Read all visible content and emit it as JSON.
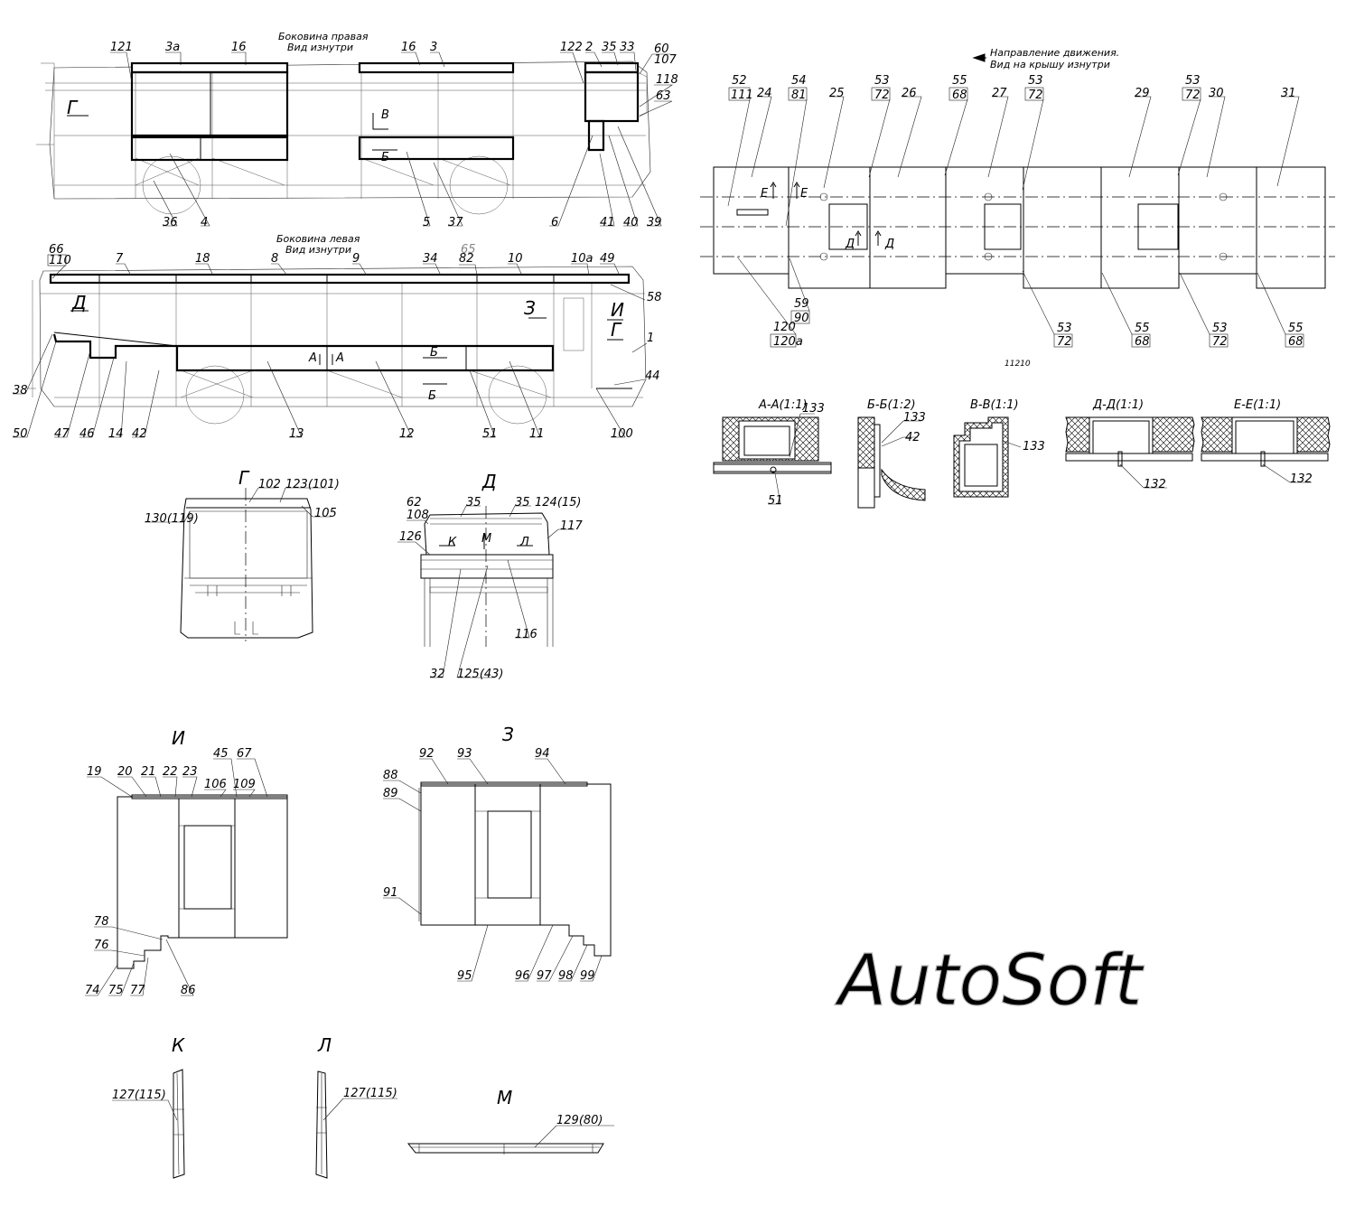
{
  "watermark": "AutoSoft",
  "drawing_number": "11210",
  "right_side": {
    "title1": "Боковина правая",
    "title2": "Вид изнутри",
    "labels": [
      "121",
      "3a",
      "16",
      "16",
      "3",
      "122",
      "2",
      "35",
      "33",
      "60",
      "107",
      "118",
      "63",
      "36",
      "4",
      "5",
      "37",
      "6",
      "41",
      "40",
      "39"
    ],
    "view_marks": [
      "Г",
      "В",
      "Б"
    ]
  },
  "left_side": {
    "title1": "Боковина левая",
    "title2": "Вид изнутри",
    "labels": [
      "66",
      "110",
      "7",
      "18",
      "8",
      "9",
      "34",
      "65",
      "82",
      "10",
      "10a",
      "49",
      "58",
      "1",
      "44",
      "100",
      "11",
      "51",
      "12",
      "13",
      "42",
      "14",
      "46",
      "47",
      "50",
      "38"
    ],
    "view_marks": [
      "Д",
      "З",
      "И",
      "Г",
      "А",
      "А",
      "Б",
      "Б"
    ]
  },
  "roof": {
    "title1": "Направление движения.",
    "title2": "Вид на крышу изнутри",
    "top_labels": [
      "52",
      "111",
      "24",
      "54",
      "81",
      "25",
      "53",
      "72",
      "26",
      "55",
      "68",
      "27",
      "53",
      "72",
      "29",
      "53",
      "72",
      "30",
      "31"
    ],
    "bottom_labels": [
      "59",
      "90",
      "120",
      "120a",
      "53",
      "72",
      "55",
      "68",
      "53",
      "72",
      "55",
      "68"
    ],
    "marks": [
      "Е",
      "Е",
      "Д",
      "Д"
    ]
  },
  "sections": [
    {
      "title": "А-А(1:1)",
      "labels": [
        "133",
        "51"
      ]
    },
    {
      "title": "Б-Б(1:2)",
      "labels": [
        "133",
        "42"
      ]
    },
    {
      "title": "В-В(1:1)",
      "labels": [
        "133"
      ]
    },
    {
      "title": "Д-Д(1:1)",
      "labels": [
        "132"
      ]
    },
    {
      "title": "Е-Е(1:1)",
      "labels": [
        "132"
      ]
    }
  ],
  "view_G": {
    "title": "Г",
    "labels": [
      "102",
      "123(101)",
      "130(119)",
      "105"
    ]
  },
  "view_D": {
    "title": "Д",
    "labels": [
      "62",
      "108",
      "35",
      "35",
      "124(15)",
      "126",
      "117",
      "116",
      "32",
      "125(43)"
    ],
    "marks": [
      "К",
      "М",
      "Л"
    ]
  },
  "view_I": {
    "title": "И",
    "labels": [
      "19",
      "20",
      "21",
      "22",
      "23",
      "45",
      "67",
      "106",
      "109",
      "78",
      "76",
      "74",
      "75",
      "77",
      "86"
    ]
  },
  "view_Z": {
    "title": "З",
    "labels": [
      "92",
      "93",
      "94",
      "88",
      "89",
      "91",
      "95",
      "96",
      "97",
      "98",
      "99"
    ]
  },
  "view_K": {
    "title": "К",
    "label": "127(115)"
  },
  "view_L": {
    "title": "Л",
    "label": "127(115)"
  },
  "view_M": {
    "title": "М",
    "label": "129(80)"
  }
}
